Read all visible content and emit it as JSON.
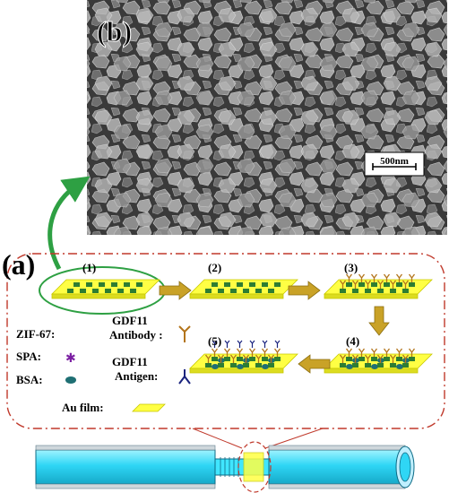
{
  "panels": {
    "b": "(b)",
    "a": "(a)"
  },
  "sem": {
    "scale_bar": "500nm"
  },
  "steps": [
    "(1)",
    "(2)",
    "(3)",
    "(4)",
    "(5)"
  ],
  "legend": {
    "zif67": "ZIF-67:",
    "spa": "SPA:",
    "bsa": "BSA:",
    "gdf11_antibody_line1": "GDF11",
    "gdf11_antibody_line2": "Antibody :",
    "gdf11_antigen_line1": "GDF11",
    "gdf11_antigen_line2": "Antigen:",
    "au_film": "Au film:"
  },
  "colors": {
    "substrate": "#ffff44",
    "substrate_edge": "#c8c800",
    "zif": "#2e7d32",
    "spa": "#7b1fa2",
    "bsa": "#1f6f73",
    "antibody": "#b3741a",
    "antigen": "#1a237e",
    "arrow": "#c9a227",
    "dash_border": "#c0392b",
    "ellipse": "#2ea043",
    "fiber": "#3fe0ff"
  }
}
